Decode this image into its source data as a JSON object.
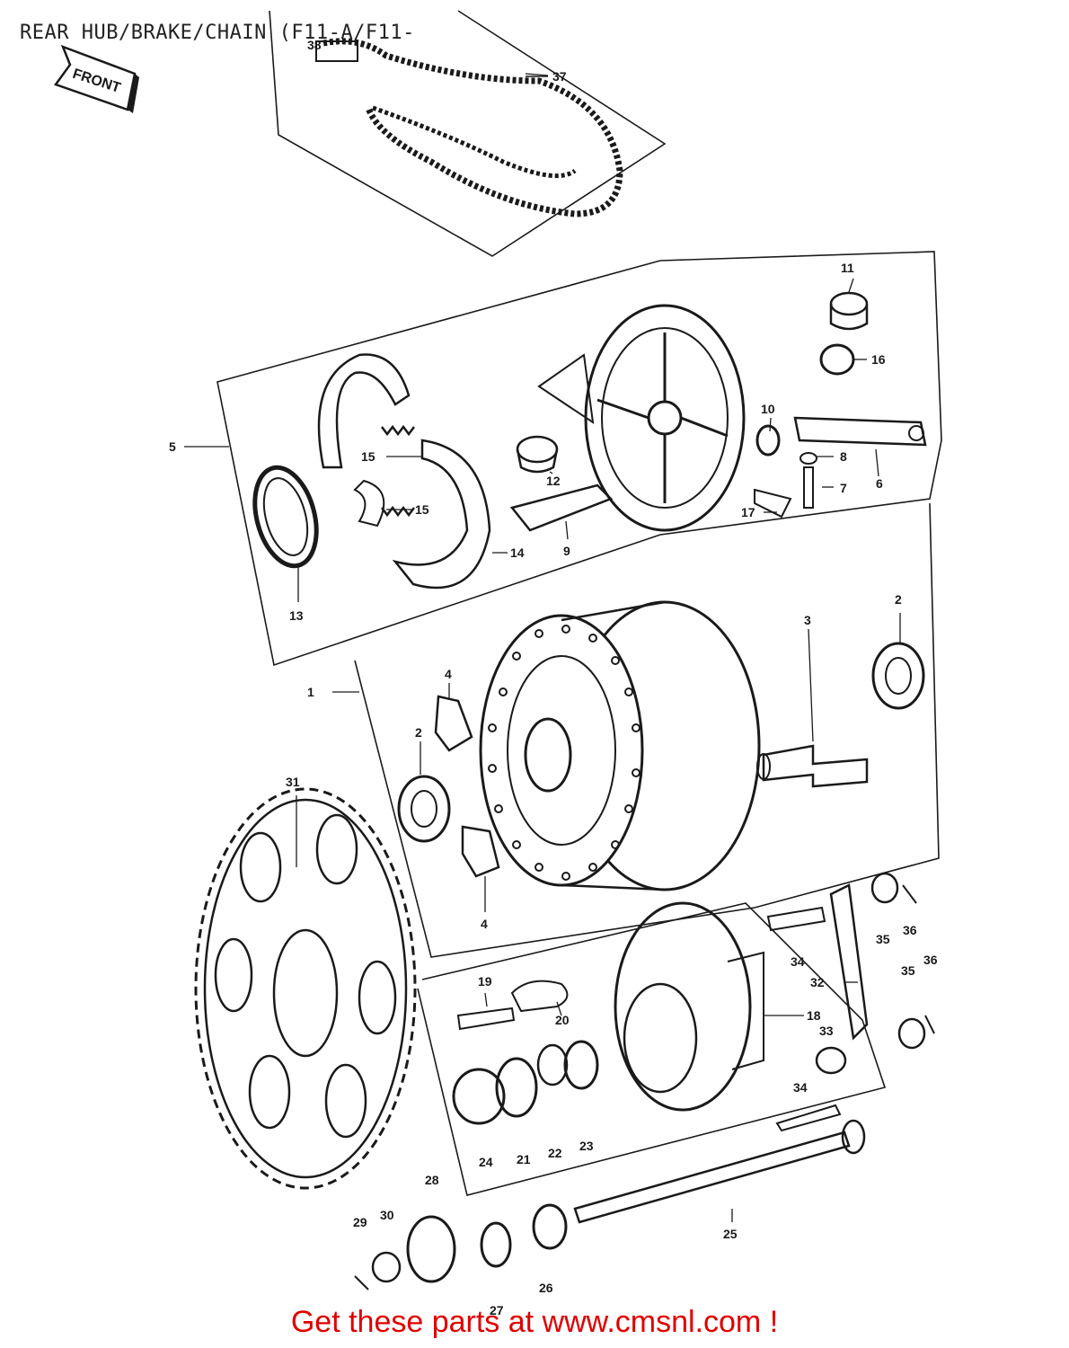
{
  "title": "REAR HUB/BRAKE/CHAIN (F11-A/F11-",
  "footer": "Get these parts at www.cmsnl.com !",
  "front_label": "FRONT",
  "callouts": {
    "c1": "1",
    "c2a": "2",
    "c2b": "2",
    "c3": "3",
    "c4a": "4",
    "c4b": "4",
    "c5": "5",
    "c6": "6",
    "c7": "7",
    "c8": "8",
    "c9": "9",
    "c10": "10",
    "c11": "11",
    "c12": "12",
    "c13": "13",
    "c14": "14",
    "c15a": "15",
    "c15b": "15",
    "c16": "16",
    "c17": "17",
    "c18": "18",
    "c19": "19",
    "c20": "20",
    "c21": "21",
    "c22": "22",
    "c23": "23",
    "c24": "24",
    "c25": "25",
    "c26": "26",
    "c27": "27",
    "c28": "28",
    "c29": "29",
    "c30": "30",
    "c31": "31",
    "c32": "32",
    "c33": "33",
    "c34a": "34",
    "c34b": "34",
    "c35a": "35",
    "c35b": "35",
    "c36a": "36",
    "c36b": "36",
    "c37": "37",
    "c38": "38"
  }
}
